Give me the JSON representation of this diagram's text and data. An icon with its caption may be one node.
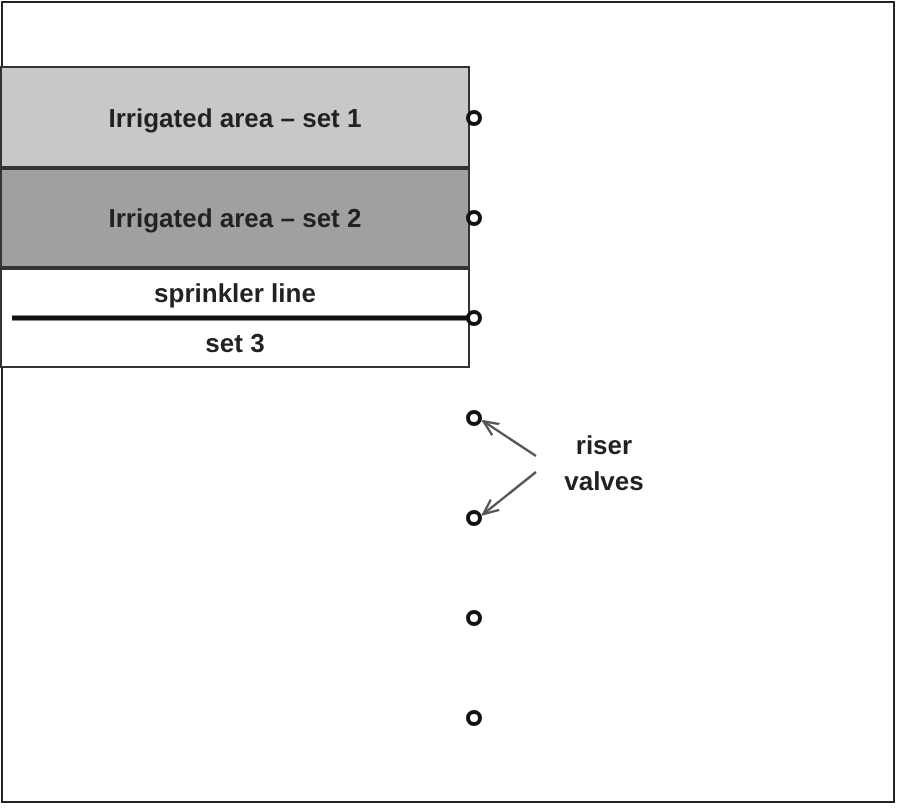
{
  "diagram": {
    "nodes": [
      {
        "text": [
          "Irrigated area – set 1"
        ]
      },
      {
        "text": [
          "Irrigated area – set 2"
        ]
      },
      {
        "text": [
          "sprinkler line",
          "set 3"
        ]
      },
      {
        "text": [],
        "shape": "circle"
      },
      {
        "text": [],
        "shape": "circle"
      },
      {
        "text": [],
        "shape": "circle"
      },
      {
        "text": [],
        "shape": "circle"
      },
      {
        "text": [],
        "shape": "circle"
      },
      {
        "text": [],
        "shape": "circle"
      },
      {
        "text": [],
        "shape": "circle"
      },
      {
        "text": [
          "riser valves"
        ]
      }
    ],
    "edges": [
      {
        "from": 10,
        "to": 6,
        "arrow": "to"
      },
      {
        "from": 10,
        "to": 7,
        "arrow": "to"
      }
    ]
  }
}
